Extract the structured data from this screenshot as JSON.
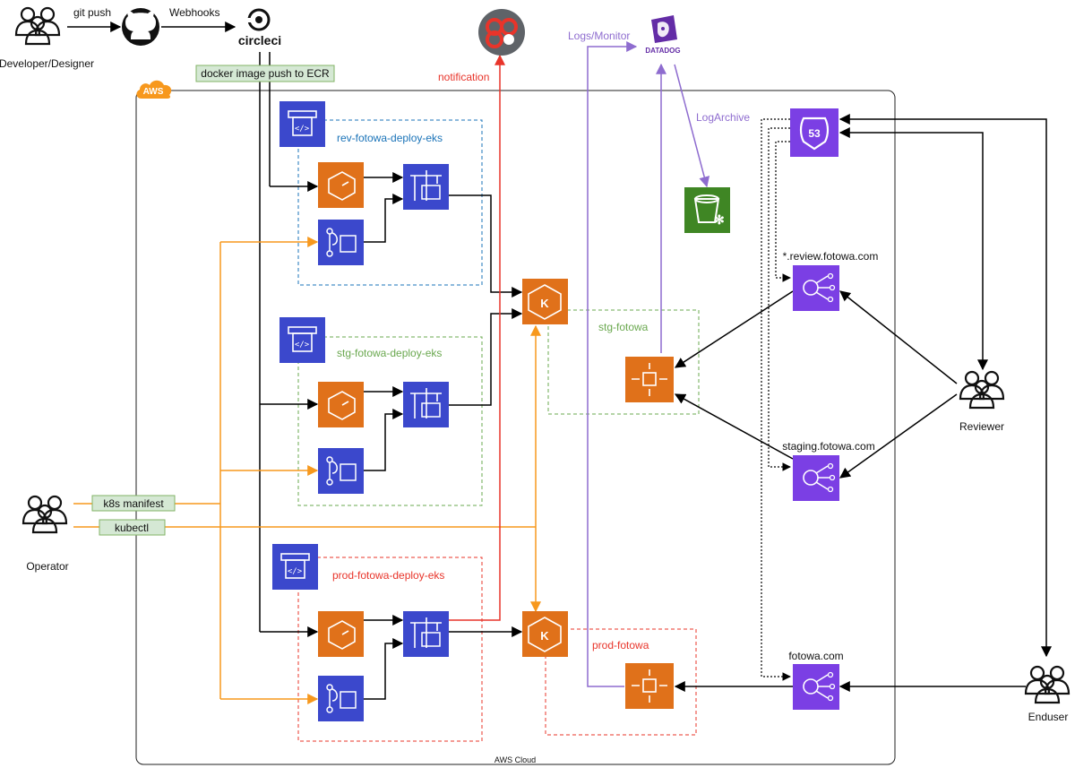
{
  "actors": {
    "developer": "Developer/Designer",
    "operator": "Operator",
    "reviewer": "Reviewer",
    "enduser": "Enduser"
  },
  "edges": {
    "git_push": "git push",
    "webhooks": "Webhooks",
    "notification": "notification",
    "logs_monitor": "Logs/Monitor",
    "log_archive": "LogArchive"
  },
  "tags": {
    "docker_push": "docker image push to ECR",
    "k8s_manifest": "k8s manifest",
    "kubectl": "kubectl"
  },
  "groups": {
    "aws": "AWS",
    "aws_cloud": "AWS Cloud",
    "rev_deploy": "rev-fotowa-deploy-eks",
    "stg_deploy": "stg-fotowa-deploy-eks",
    "prod_deploy": "prod-fotowa-deploy-eks",
    "stg_cluster": "stg-fotowa",
    "prod_cluster": "prod-fotowa"
  },
  "domains": {
    "review": "*.review.fotowa.com",
    "staging": "staging.fotowa.com",
    "prod": "fotowa.com"
  },
  "logos": {
    "circleci": "circleci",
    "datadog": "DATADOG",
    "route53": "53"
  },
  "colors": {
    "orange": "#f7981d",
    "purple": "#8e6ccf",
    "red": "#e8342a",
    "blue_group": "#1a73b8",
    "green_group": "#6aa84f",
    "aws_service_blue": "#3b48cc",
    "aws_service_orange": "#e0711a",
    "aws_service_purple": "#7b3fe4",
    "aws_service_green": "#3f8624"
  }
}
